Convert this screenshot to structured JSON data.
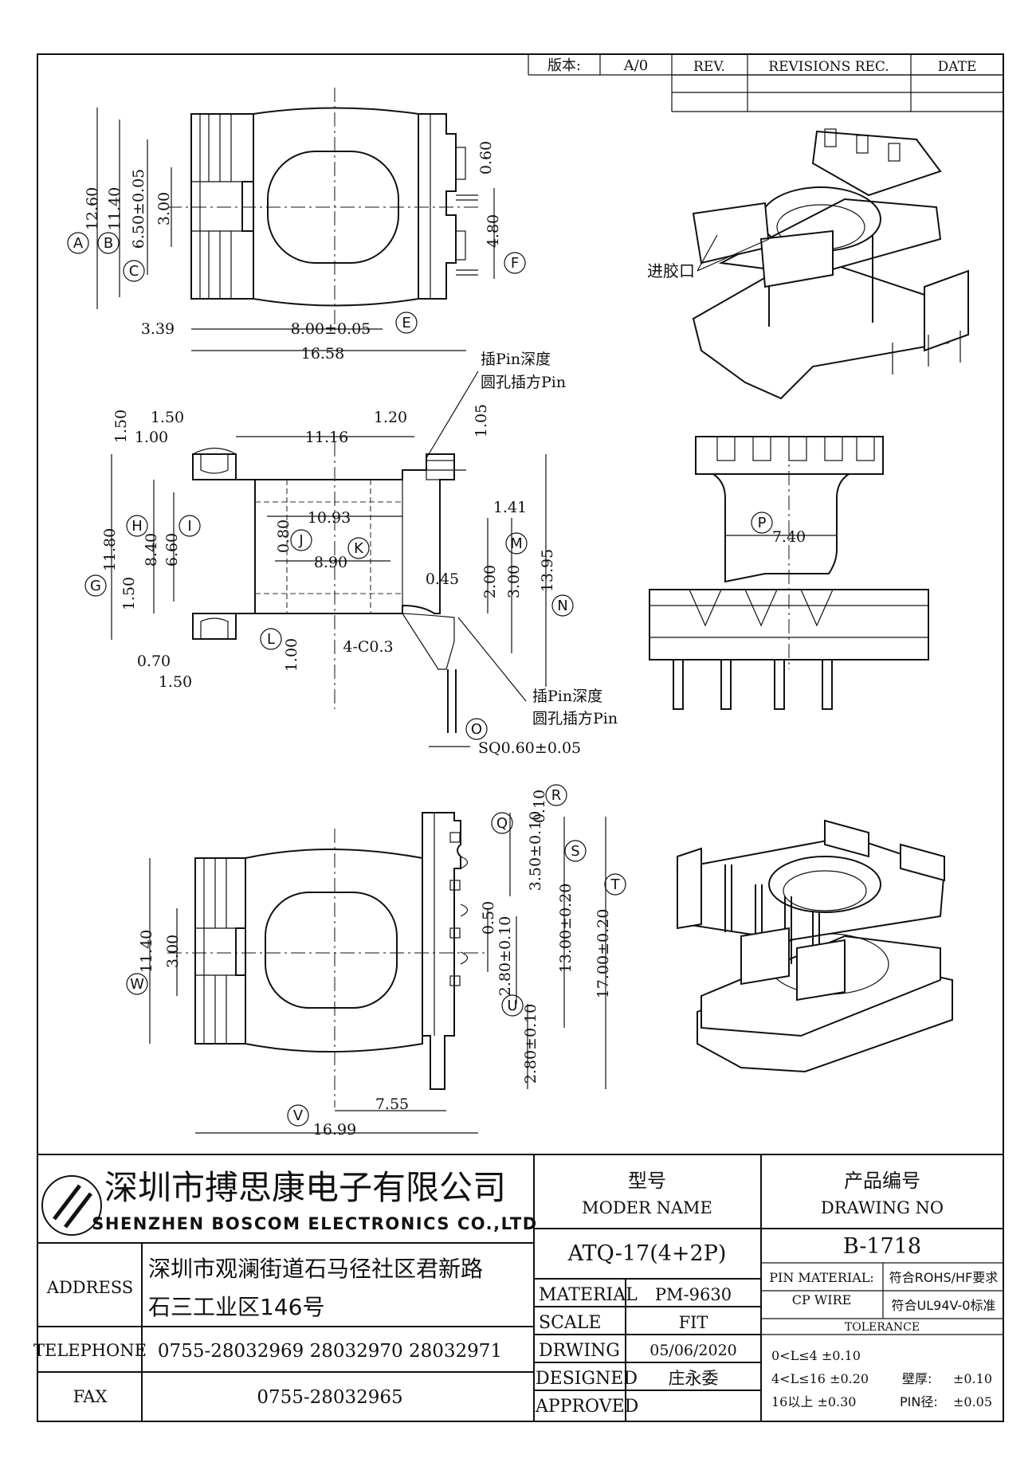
{
  "revision_table": {
    "version_label": "版本:",
    "version_value": "A/0",
    "rev_header": "REV.",
    "revisions_header": "REVISIONS REC.",
    "date_header": "DATE"
  },
  "top_view": {
    "dims": [
      "12.60",
      "11.40",
      "6.50±0.05",
      "3.00",
      "0.60",
      "4.80",
      "3.39",
      "8.00±0.05",
      "16.58"
    ],
    "letters": [
      "A",
      "B",
      "C",
      "E",
      "F"
    ]
  },
  "side_view": {
    "dims": [
      "1.50",
      "1.50",
      "1.00",
      "11.16",
      "1.20",
      "1.05",
      "1.41",
      "10.93",
      "0.80",
      "8.90",
      "0.45",
      "11.80",
      "8.40",
      "6.60",
      "1.50",
      "0.70",
      "1.50",
      "1.00",
      "4-C0.3",
      "2.00",
      "3.00",
      "13.95",
      "SQ0.60±0.05"
    ],
    "letters": [
      "H",
      "I",
      "G",
      "J",
      "K",
      "L",
      "M",
      "N",
      "O"
    ],
    "note_top_line1": "插Pin深度",
    "note_top_line2": "圆孔插方Pin",
    "note_bottom_line1": "插Pin深度",
    "note_bottom_line2": "圆孔插方Pin"
  },
  "iso_top": {
    "label": "进胶口"
  },
  "front_view": {
    "dim": "7.40",
    "letter": "P"
  },
  "bottom_view": {
    "dims": [
      "11.40",
      "3.00",
      "0.10",
      "3.50±0.10",
      "0.50",
      "2.80±0.10",
      "13.00±0.20",
      "17.00±0.20",
      "2.80±0.10",
      "7.55",
      "16.99"
    ],
    "letters": [
      "W",
      "R",
      "Q",
      "S",
      "T",
      "U",
      "V"
    ]
  },
  "title_block": {
    "company_cn": "深圳市搏思康电子有限公司",
    "company_en": "SHENZHEN BOSCOM ELECTRONICS CO.,LTD",
    "address_label": "ADDRESS",
    "address_line1": "深圳市观澜街道石马径社区君新路",
    "address_line2": "石三工业区146号",
    "telephone_label": "TELEPHONE",
    "telephone": "0755-28032969 28032970 28032971",
    "fax_label": "FAX",
    "fax": "0755-28032965",
    "model_label_cn": "型号",
    "model_label_en": "MODER NAME",
    "model_value": "ATQ-17(4+2P)",
    "drawing_label_cn": "产品编号",
    "drawing_label_en": "DRAWING NO",
    "drawing_value": "B-1718",
    "material_label": "MATERIAL",
    "material_value": "PM-9630",
    "scale_label": "SCALE",
    "scale_value": "FIT",
    "drawing_date_label": "DRWING",
    "drawing_date": "05/06/2020",
    "designed_label": "DESIGNED",
    "designed_value": "庄永委",
    "approved_label": "APPROVED",
    "pin_material_label": "PIN MATERIAL:",
    "pin_material_value": "CP WIRE",
    "rohs": "符合ROHS/HF要求",
    "ul": "符合UL94V-0标准",
    "tolerance_label": "TOLERANCE",
    "tol_1": "0<L≤4  ±0.10",
    "tol_2": "4<L≤16  ±0.20",
    "tol_3": "16以上    ±0.30",
    "wall_label": "壁厚:",
    "wall_value": "±0.10",
    "pin_diam_label": "PIN径:",
    "pin_diam_value": "±0.05"
  }
}
